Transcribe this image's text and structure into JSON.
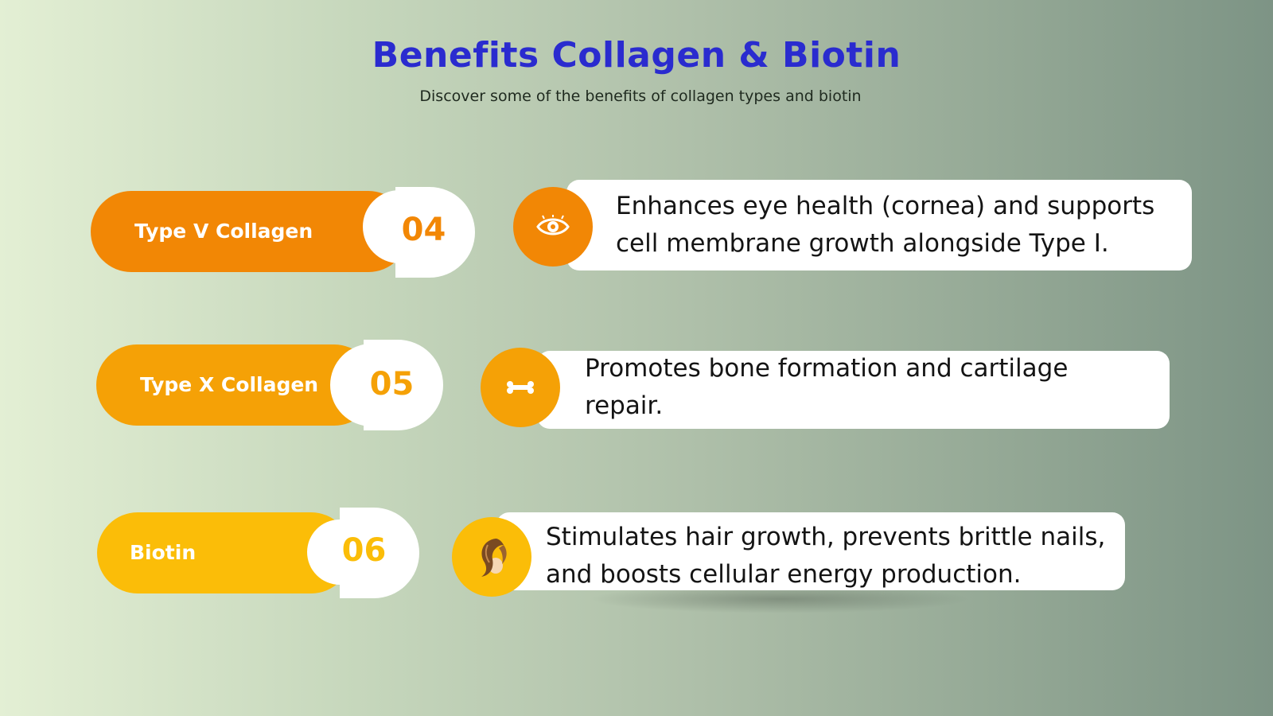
{
  "header": {
    "title": "Benefits Collagen & Biotin",
    "subtitle": "Discover some of the benefits of collagen types and biotin"
  },
  "items": [
    {
      "label": "Type V Collagen",
      "number": "04",
      "icon": "eye-icon",
      "color": "#f28705",
      "text_line1": "Enhances eye health (cornea) and supports",
      "text_line2": "cell membrane growth alongside Type I."
    },
    {
      "label": "Type X Collagen",
      "number": "05",
      "icon": "bone-icon",
      "color": "#f5a106",
      "text_line1": "Promotes bone formation and cartilage",
      "text_line2": "repair."
    },
    {
      "label": "Biotin",
      "number": "06",
      "icon": "hair-icon",
      "color": "#fbbd08",
      "text_line1": "Stimulates hair growth, prevents brittle nails,",
      "text_line2": "and boosts cellular energy production."
    }
  ]
}
